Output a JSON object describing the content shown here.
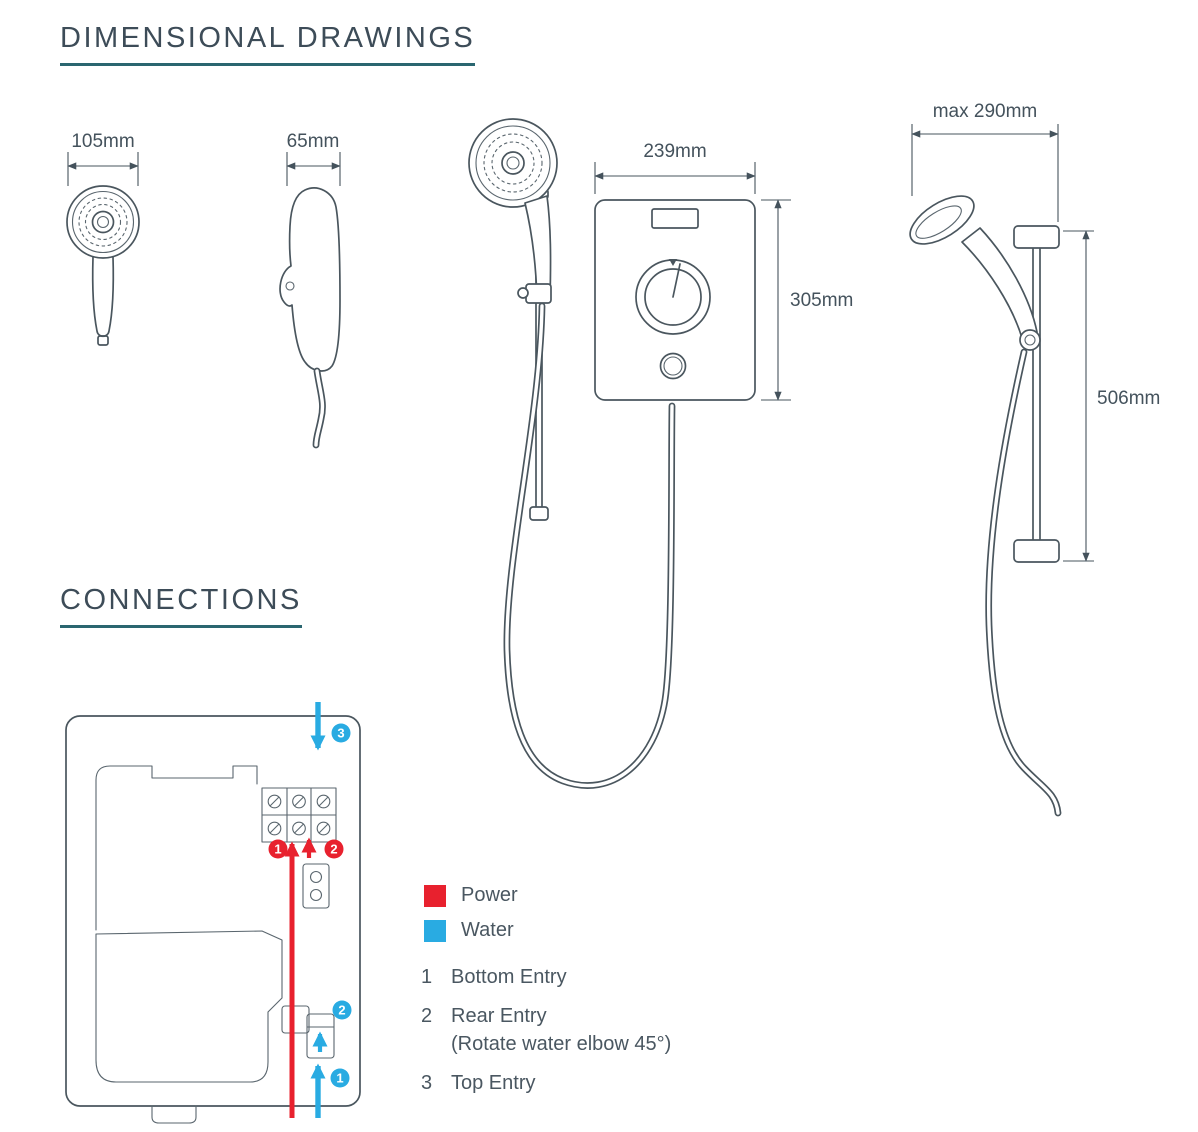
{
  "sections": {
    "dimensional": {
      "title": "DIMENSIONAL DRAWINGS"
    },
    "connections": {
      "title": "CONNECTIONS"
    }
  },
  "dimensions": {
    "handset_width": "105mm",
    "handset_depth": "65mm",
    "unit_width": "239mm",
    "unit_height": "305mm",
    "rail_max_width": "max 290mm",
    "rail_height": "506mm"
  },
  "legend": [
    {
      "label": "Power",
      "color": "#e8212e"
    },
    {
      "label": "Water",
      "color": "#29abe2"
    }
  ],
  "notes": [
    {
      "num": "1",
      "text": "Bottom Entry"
    },
    {
      "num": "2",
      "text": "Rear Entry",
      "sub": "(Rotate water elbow 45°)"
    },
    {
      "num": "3",
      "text": "Top Entry"
    }
  ],
  "markers": {
    "power_bottom_entry": "1",
    "power_rear_entry": "2",
    "water_top_entry": "3",
    "water_rear_entry": "2",
    "water_bottom_entry": "1"
  },
  "colors": {
    "power": "#e8212e",
    "water": "#29abe2",
    "line_art": "#4a565e",
    "heading_text": "#3d4c58",
    "heading_underline": "#2a6670"
  }
}
